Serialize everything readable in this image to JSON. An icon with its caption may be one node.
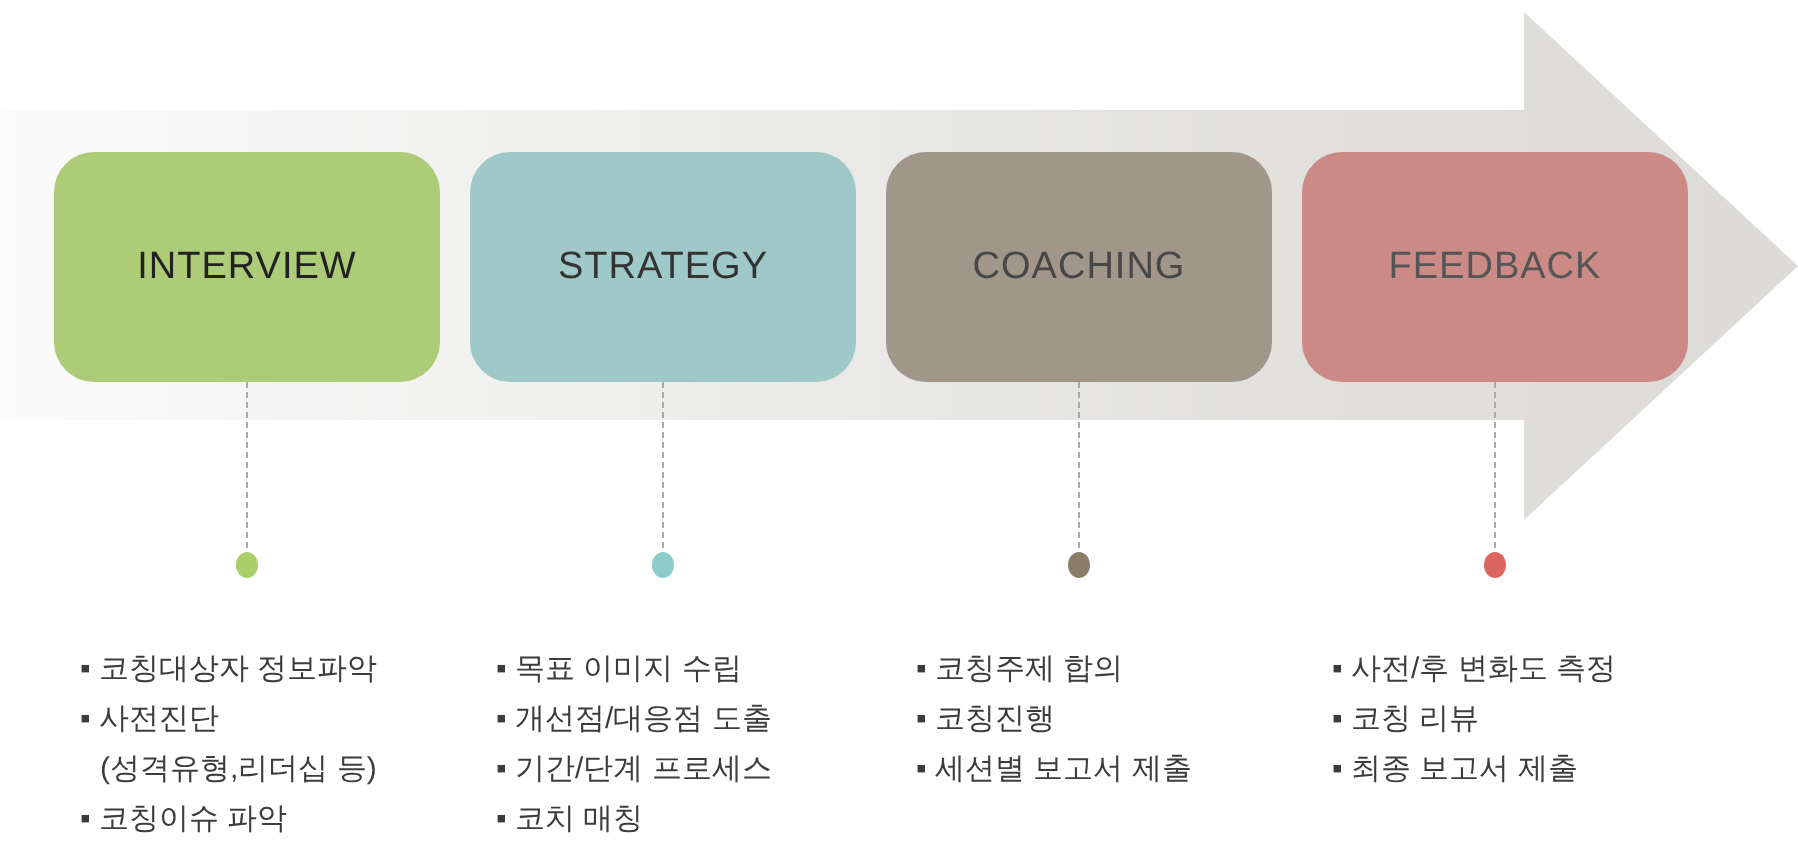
{
  "diagram": {
    "nodes": [
      {
        "text": [
          "INTERVIEW"
        ]
      },
      {
        "text": [
          "STRATEGY"
        ]
      },
      {
        "text": [
          "COACHING"
        ]
      },
      {
        "text": [
          "FEEDBACK"
        ]
      },
      {
        "text": [],
        "shape": "circle",
        "beside": [
          "▪ 코칭대상자 정보파악",
          "▪ 사전진단 (성격유형,리더십 등)",
          "▪ 코칭이슈 파악"
        ]
      },
      {
        "text": [],
        "shape": "circle",
        "beside": [
          "▪ 목표 이미지 수립",
          "▪ 개선점/대응점 도출",
          "▪ 기간/단계 프로세스",
          "▪ 코치 매칭"
        ]
      },
      {
        "text": [],
        "shape": "circle",
        "beside": [
          "▪ 코칭주제 합의",
          "▪ 코칭진행",
          "▪ 세션별 보고서 제출"
        ]
      },
      {
        "text": [],
        "shape": "circle",
        "beside": [
          "▪ 사전/후 변화도 측정",
          "▪ 코칭 리뷰",
          "▪ 최종 보고서 제출"
        ]
      }
    ],
    "edges": [
      {
        "from": 0,
        "to": 4,
        "arrow": "none",
        "style": "dashed"
      },
      {
        "from": 1,
        "to": 5,
        "arrow": "none",
        "style": "dashed"
      },
      {
        "from": 2,
        "to": 6,
        "arrow": "none",
        "style": "dashed"
      },
      {
        "from": 3,
        "to": 7,
        "arrow": "none",
        "style": "dashed"
      }
    ]
  }
}
